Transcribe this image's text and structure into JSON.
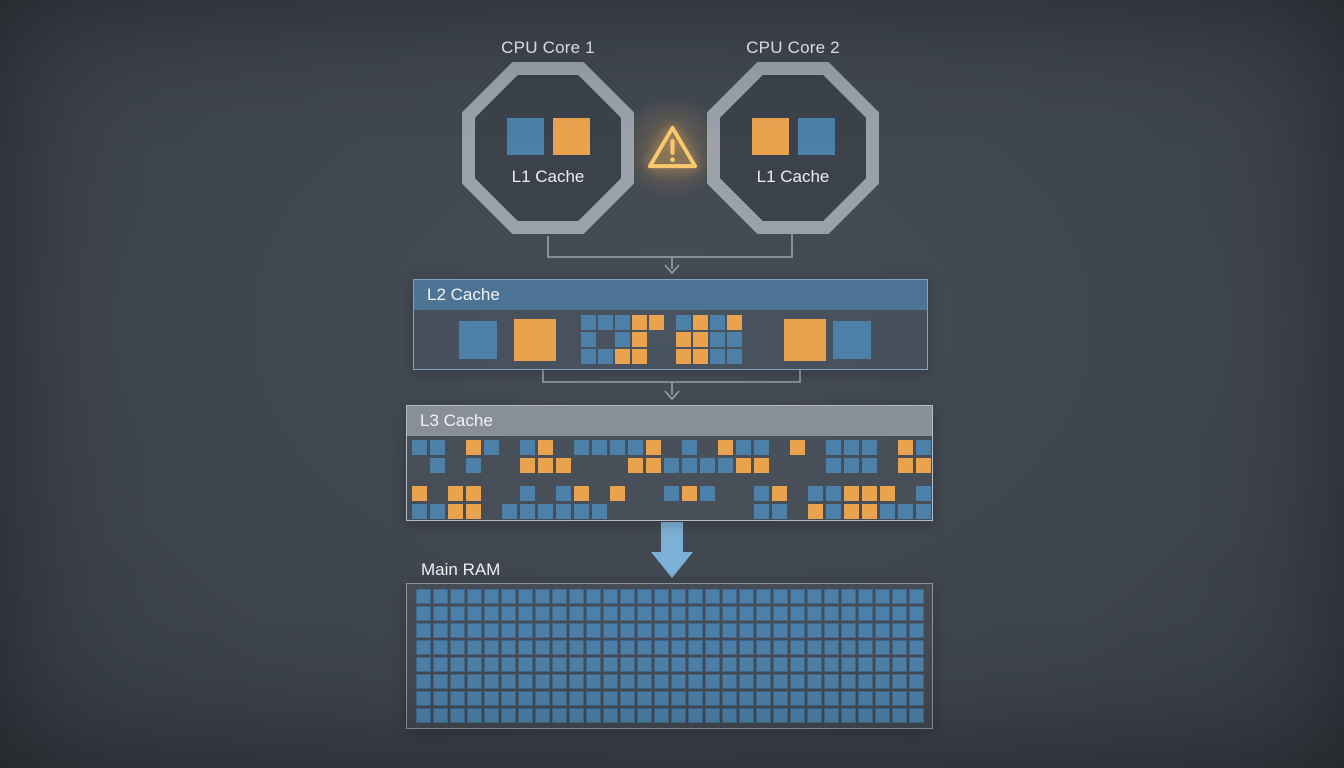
{
  "colors": {
    "blue": "#4d80a9",
    "orange": "#e9a24e",
    "line": "#a9b1ba",
    "arrow": "#7db0d6",
    "warning": "#f8c96d",
    "l2_header": "#4d7495",
    "l3_header": "#888f99",
    "octagon": "#99a1ab"
  },
  "cores": [
    {
      "label": "CPU Core 1",
      "cache_label": "L1 Cache",
      "blocks": [
        "blue",
        "orange"
      ]
    },
    {
      "label": "CPU Core 2",
      "cache_label": "L1 Cache",
      "blocks": [
        "orange",
        "blue"
      ]
    }
  ],
  "warning": {
    "icon": "warning-triangle"
  },
  "l2": {
    "title": "L2 Cache",
    "items": [
      {
        "type": "block",
        "color": "blue"
      },
      {
        "type": "block",
        "color": "orange"
      },
      {
        "type": "grid",
        "pattern": [
          "bbboo",
          "b.bo.",
          "bboo."
        ]
      },
      {
        "type": "grid",
        "pattern": [
          "bobo",
          "oobb",
          "oobb"
        ]
      },
      {
        "type": "block",
        "color": "orange"
      },
      {
        "type": "block",
        "color": "blue"
      }
    ]
  },
  "l3": {
    "title": "L3 Cache",
    "rows": [
      "bb.ob.bo.bbbbo.b.obb.o.bbb.ob",
      ".b.b..ooo...oobbbboo...bbb.oo",
      "o.oo..b.bo.o..bob..bo.bbooo.b",
      "bboo.bbbbbb........bb.oboobbb"
    ]
  },
  "ram": {
    "title": "Main RAM",
    "rows": 8,
    "cols": 30
  }
}
